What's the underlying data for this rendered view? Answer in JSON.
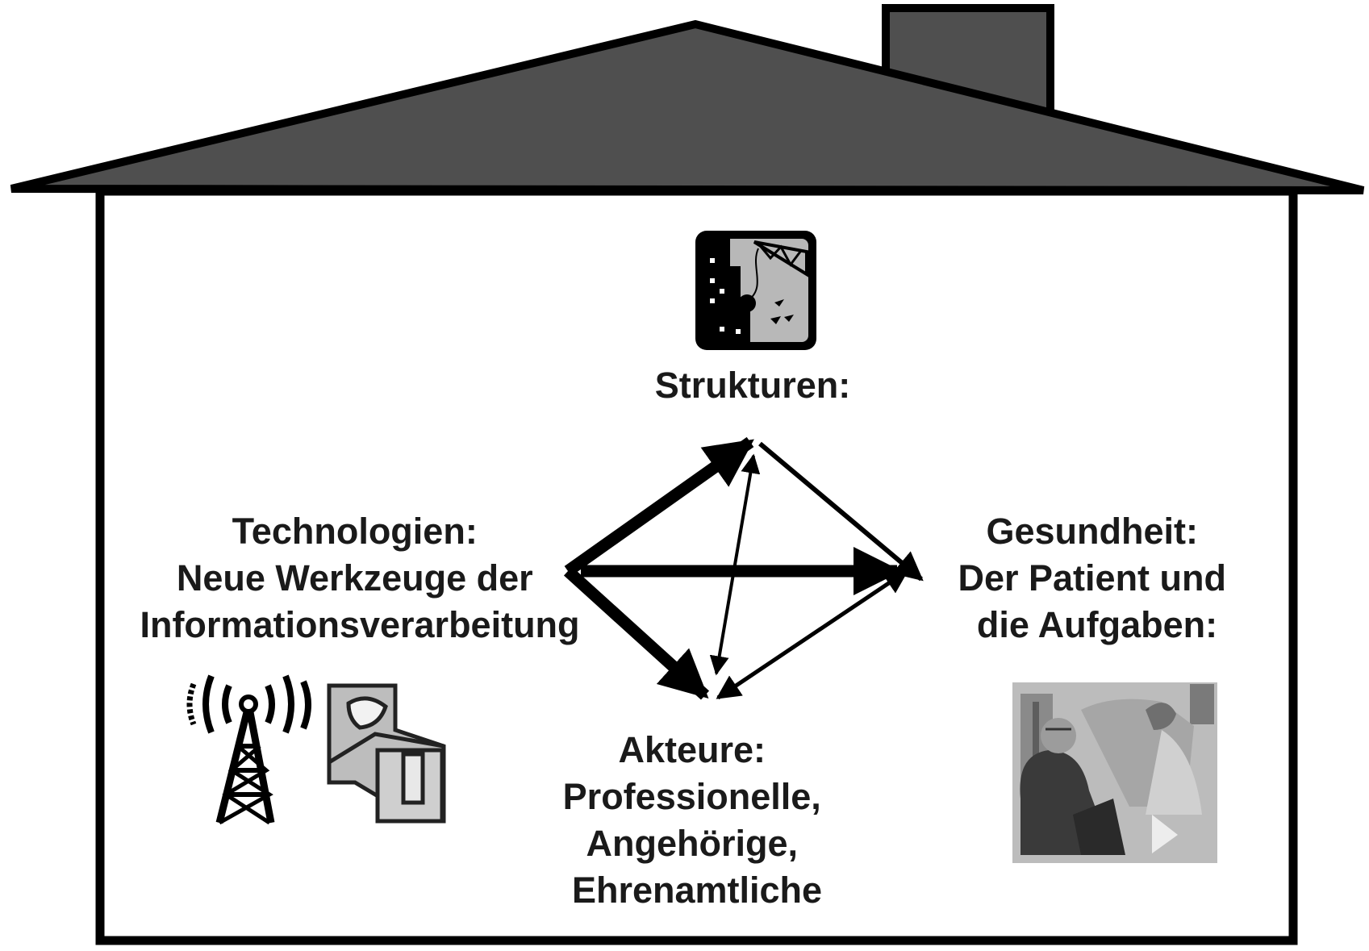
{
  "diagram": {
    "nodes": {
      "strukturen": {
        "lines": [
          "Strukturen:"
        ]
      },
      "technologien": {
        "lines": [
          "Technologien:",
          "Neue Werkzeuge der",
          "Informationsverarbeitung"
        ]
      },
      "gesundheit": {
        "lines": [
          "Gesundheit:",
          "Der Patient und",
          "die Aufgaben:"
        ]
      },
      "akteure": {
        "lines": [
          "Akteure:",
          "Professionelle,",
          "Angehörige,",
          "Ehrenamtliche"
        ]
      }
    },
    "icons": {
      "strukturen": "wrecking-ball-building-icon",
      "technologien_1": "radio-tower-icon",
      "technologien_2": "hospital-bed-icon",
      "gesundheit": "patient-with-caregiver-picture"
    },
    "colors": {
      "roof": "#4f4f4f",
      "outline": "#000000",
      "text": "#1a1a1a",
      "icon_gray": "#b8b8b8"
    }
  }
}
